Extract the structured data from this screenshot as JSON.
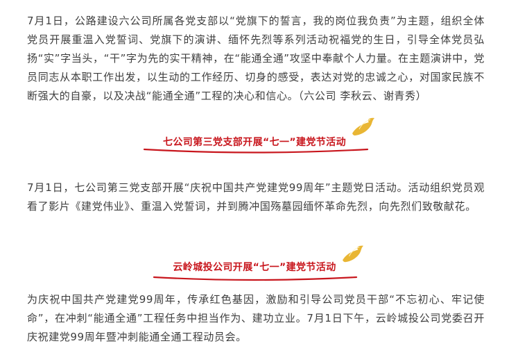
{
  "paragraph_1": "7月1日，公路建设六公司所属各党支部以“党旗下的誓言，我的岗位我负责”为主题，组织全体党员开展重温入党誓词、党旗下的演讲、缅怀先烈等系列活动祝福党的生日，引导全体党员弘扬“实”字当头，“干”字为先的实干精神，在“能通全通”攻坚中奉献个人力量。在主题演讲中，党员同志从本职工作出发，以生动的工作经历、切身的感受，表达对党的忠诚之心，对国家民族不断强大的自豪，以及决战“能通全通”工程的决心和信心。（六公司  李秋云、谢青秀）",
  "heading_1": "七公司第三党支部开展“七一”建党节活动",
  "paragraph_2": "7月1日，七公司第三党支部开展“庆祝中国共产党建党99周年”主题党日活动。活动组织党员观看了影片《建党伟业》、重温入党誓词，并到腾冲国殇墓园缅怀革命先烈，向先烈们致敬献花。",
  "heading_2": "云岭城投公司开展“七一”建党节活动",
  "paragraph_3": "为庆祝中国共产党建党99周年，传承红色基因，激励和引导公司党员干部“不忘初心、牢记使命”，在冲刺“能通全通”工程任务中担当作为、建功立业。7月1日下午，云岭城投公司党委召开庆祝建党99周年暨冲刺能通全通工程动员会。",
  "colors": {
    "accent_red": "#c8161d",
    "dove_gold": "#e9b634",
    "body_text": "#3e3e3e"
  },
  "icons": {
    "heading_decoration": "gold-dove-icon"
  }
}
